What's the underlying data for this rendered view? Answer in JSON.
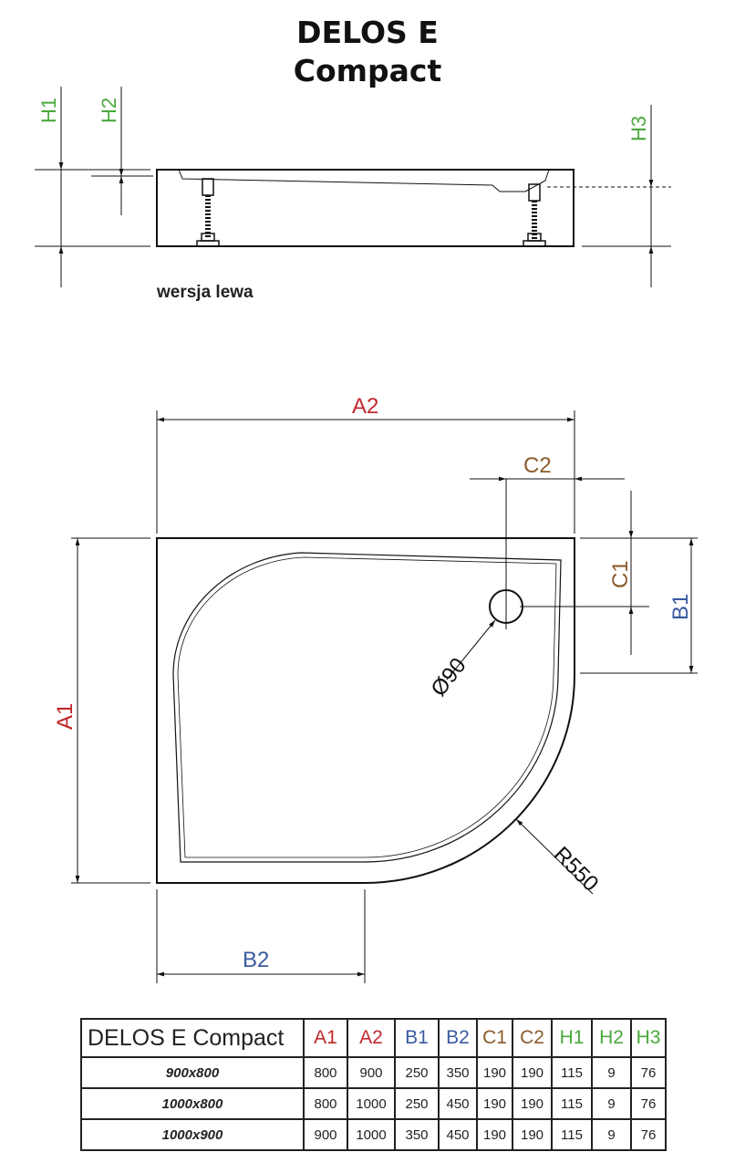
{
  "title": {
    "line1": "DELOS E",
    "line2": "Compact"
  },
  "side_view": {
    "version_label": "wersja lewa",
    "labels": {
      "h1": "H1",
      "h2": "H2",
      "h3": "H3"
    }
  },
  "plan_view": {
    "labels": {
      "a1": "A1",
      "a2": "A2",
      "b1": "B1",
      "b2": "B2",
      "c1": "C1",
      "c2": "C2",
      "drain": "Ø90",
      "radius": "R550"
    }
  },
  "colors": {
    "a": "#c0282d",
    "b": "#3a5ba0",
    "c": "#8b5a2b",
    "h": "#4aa83c"
  },
  "table": {
    "name": "DELOS E Compact",
    "headers": [
      {
        "t": "A1",
        "c": "a"
      },
      {
        "t": "A2",
        "c": "a"
      },
      {
        "t": "B1",
        "c": "b"
      },
      {
        "t": "B2",
        "c": "b"
      },
      {
        "t": "C1",
        "c": "c"
      },
      {
        "t": "C2",
        "c": "c"
      },
      {
        "t": "H1",
        "c": "h"
      },
      {
        "t": "H2",
        "c": "h"
      },
      {
        "t": "H3",
        "c": "h"
      }
    ],
    "rows": [
      {
        "label": "900x800",
        "values": [
          "800",
          "900",
          "250",
          "350",
          "190",
          "190",
          "115",
          "9",
          "76"
        ]
      },
      {
        "label": "1000x800",
        "values": [
          "800",
          "1000",
          "250",
          "450",
          "190",
          "190",
          "115",
          "9",
          "76"
        ]
      },
      {
        "label": "1000x900",
        "values": [
          "900",
          "1000",
          "350",
          "450",
          "190",
          "190",
          "115",
          "9",
          "76"
        ]
      }
    ]
  }
}
